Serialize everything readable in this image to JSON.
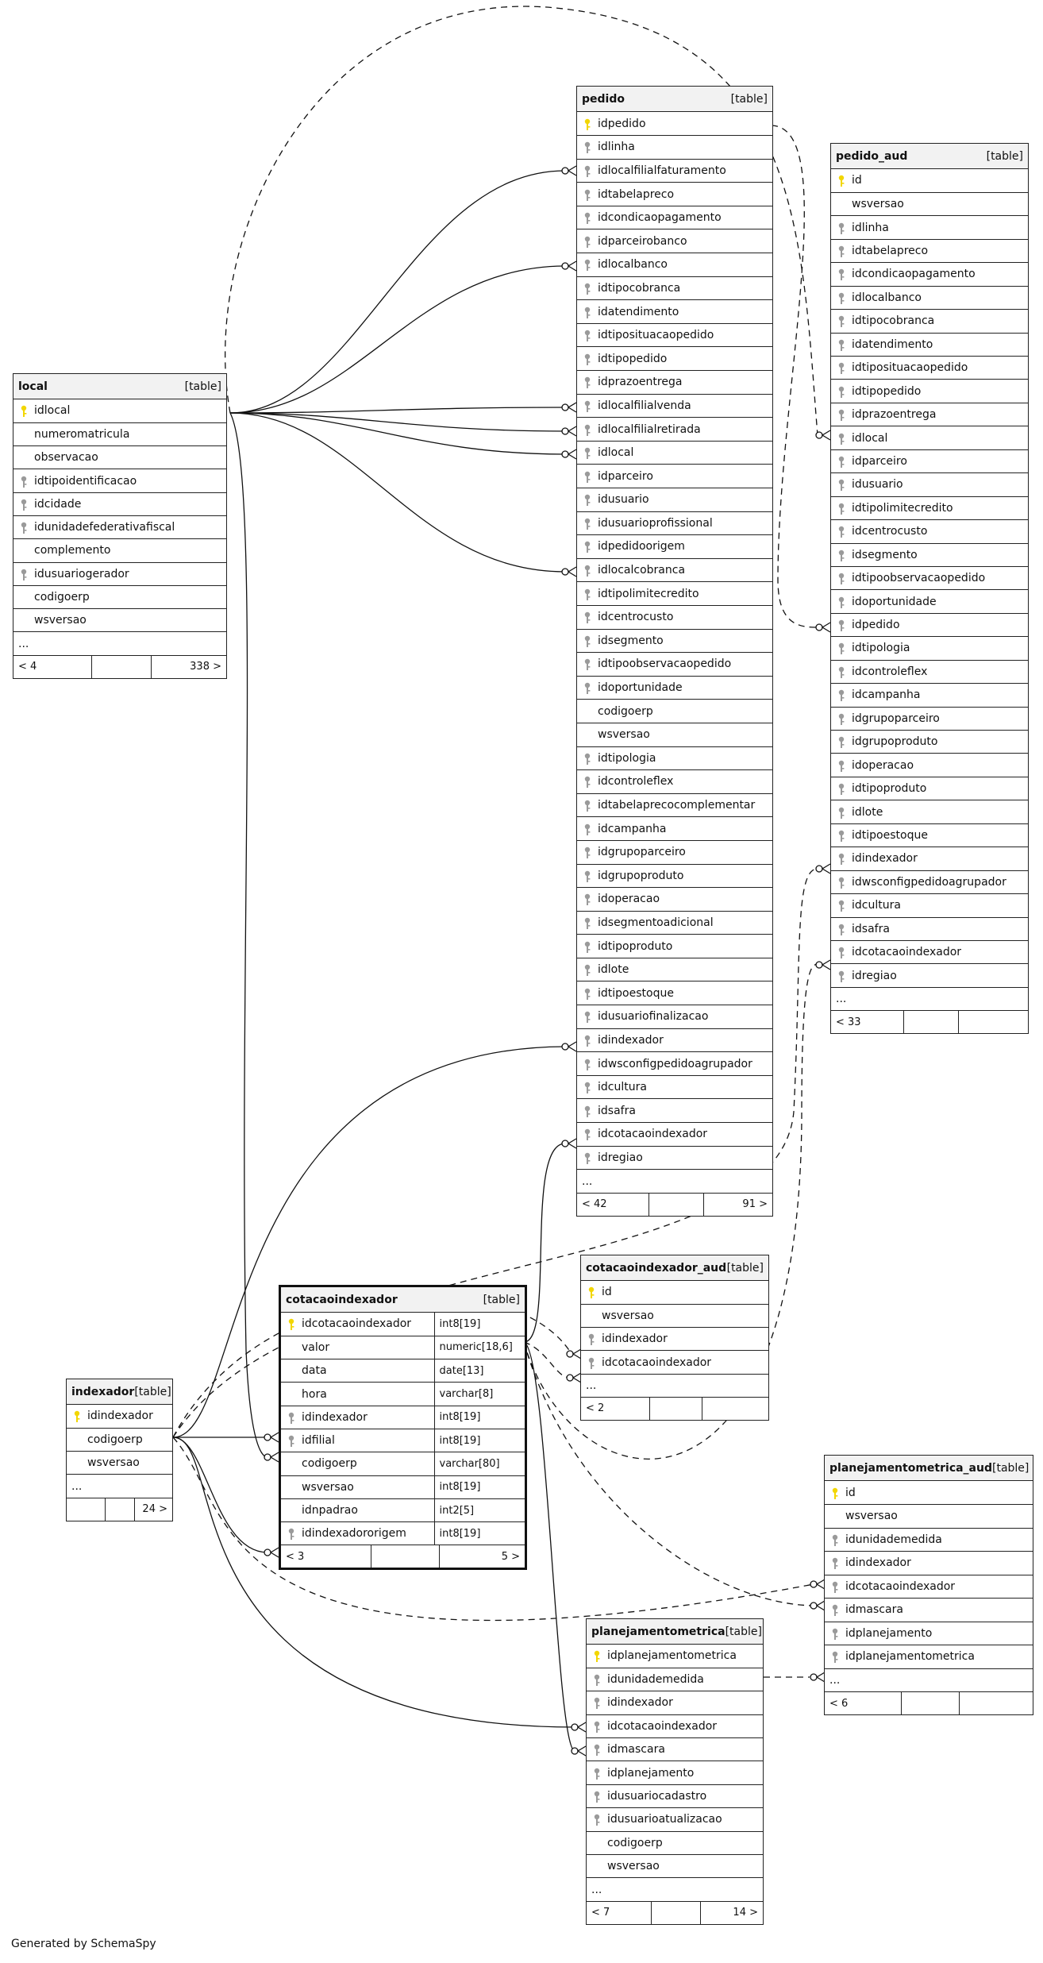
{
  "footer": "Generated by SchemaSpy",
  "colors": {
    "primary_key": "#f2d600",
    "foreign_key": "#9a9a9a",
    "line": "#111111",
    "header_bg": "#f2f2f2"
  },
  "icons": {
    "primary_key": "key-icon",
    "foreign_key": "foreign-key-icon"
  },
  "tables": [
    {
      "id": "pedido",
      "name": "pedido",
      "type": "[table]",
      "columns": [
        {
          "name": "idpedido",
          "key": "pk"
        },
        {
          "name": "idlinha",
          "key": "fk"
        },
        {
          "name": "idlocalfilialfaturamento",
          "key": "fk"
        },
        {
          "name": "idtabelapreco",
          "key": "fk"
        },
        {
          "name": "idcondicaopagamento",
          "key": "fk"
        },
        {
          "name": "idparceirobanco",
          "key": "fk"
        },
        {
          "name": "idlocalbanco",
          "key": "fk"
        },
        {
          "name": "idtipocobranca",
          "key": "fk"
        },
        {
          "name": "idatendimento",
          "key": "fk"
        },
        {
          "name": "idtipositua​caopedido",
          "key": "fk"
        },
        {
          "name": "idtipopedido",
          "key": "fk"
        },
        {
          "name": "idprazoentrega",
          "key": "fk"
        },
        {
          "name": "idlocalfilialvenda",
          "key": "fk"
        },
        {
          "name": "idlocalfilialretirada",
          "key": "fk"
        },
        {
          "name": "idlocal",
          "key": "fk"
        },
        {
          "name": "idparceiro",
          "key": "fk"
        },
        {
          "name": "idusuario",
          "key": "fk"
        },
        {
          "name": "idusuarioprofissional",
          "key": "fk"
        },
        {
          "name": "idpedidoorigem",
          "key": "fk"
        },
        {
          "name": "idlocalcobranca",
          "key": "fk"
        },
        {
          "name": "idtipolimitecredito",
          "key": "fk"
        },
        {
          "name": "idcentrocusto",
          "key": "fk"
        },
        {
          "name": "idsegmento",
          "key": "fk"
        },
        {
          "name": "idtipoobservacaopedido",
          "key": "fk"
        },
        {
          "name": "idoportunidade",
          "key": "fk"
        },
        {
          "name": "codigoerp",
          "key": ""
        },
        {
          "name": "wsversao",
          "key": ""
        },
        {
          "name": "idtipologia",
          "key": "fk"
        },
        {
          "name": "idcontroleflex",
          "key": "fk"
        },
        {
          "name": "idtabelaprecocomplementar",
          "key": "fk"
        },
        {
          "name": "idcampanha",
          "key": "fk"
        },
        {
          "name": "idgrupoparceiro",
          "key": "fk"
        },
        {
          "name": "idgrupoproduto",
          "key": "fk"
        },
        {
          "name": "idoperacao",
          "key": "fk"
        },
        {
          "name": "idsegmentoadicional",
          "key": "fk"
        },
        {
          "name": "idtipoproduto",
          "key": "fk"
        },
        {
          "name": "idlote",
          "key": "fk"
        },
        {
          "name": "idtipoestoque",
          "key": "fk"
        },
        {
          "name": "idusuariofinalizacao",
          "key": "fk"
        },
        {
          "name": "idindexador",
          "key": "fk"
        },
        {
          "name": "idwsconfigpedidoagrupador",
          "key": "fk"
        },
        {
          "name": "idcultura",
          "key": "fk"
        },
        {
          "name": "idsafra",
          "key": "fk"
        },
        {
          "name": "idcotacaoindexador",
          "key": "fk"
        },
        {
          "name": "idregiao",
          "key": "fk"
        },
        {
          "name": "...",
          "key": ""
        }
      ],
      "footer": [
        "< 42",
        "",
        "91 >"
      ]
    },
    {
      "id": "pedido_aud",
      "name": "pedido_aud",
      "type": "[table]",
      "columns": [
        {
          "name": "id",
          "key": "pk"
        },
        {
          "name": "wsversao",
          "key": ""
        },
        {
          "name": "idlinha",
          "key": "fk"
        },
        {
          "name": "idtabelapreco",
          "key": "fk"
        },
        {
          "name": "idcondicaopagamento",
          "key": "fk"
        },
        {
          "name": "idlocalbanco",
          "key": "fk"
        },
        {
          "name": "idtipocobranca",
          "key": "fk"
        },
        {
          "name": "idatendimento",
          "key": "fk"
        },
        {
          "name": "idtipositua​caopedido",
          "key": "fk"
        },
        {
          "name": "idtipopedido",
          "key": "fk"
        },
        {
          "name": "idprazoentrega",
          "key": "fk"
        },
        {
          "name": "idlocal",
          "key": "fk"
        },
        {
          "name": "idparceiro",
          "key": "fk"
        },
        {
          "name": "idusuario",
          "key": "fk"
        },
        {
          "name": "idtipolimitecredito",
          "key": "fk"
        },
        {
          "name": "idcentrocusto",
          "key": "fk"
        },
        {
          "name": "idsegmento",
          "key": "fk"
        },
        {
          "name": "idtipoobservacaopedido",
          "key": "fk"
        },
        {
          "name": "idoportunidade",
          "key": "fk"
        },
        {
          "name": "idpedido",
          "key": "fk"
        },
        {
          "name": "idtipologia",
          "key": "fk"
        },
        {
          "name": "idcontroleflex",
          "key": "fk"
        },
        {
          "name": "idcampanha",
          "key": "fk"
        },
        {
          "name": "idgrupoparceiro",
          "key": "fk"
        },
        {
          "name": "idgrupoproduto",
          "key": "fk"
        },
        {
          "name": "idoperacao",
          "key": "fk"
        },
        {
          "name": "idtipoproduto",
          "key": "fk"
        },
        {
          "name": "idlote",
          "key": "fk"
        },
        {
          "name": "idtipoestoque",
          "key": "fk"
        },
        {
          "name": "idindexador",
          "key": "fk"
        },
        {
          "name": "idwsconfigpedidoagrupador",
          "key": "fk"
        },
        {
          "name": "idcultura",
          "key": "fk"
        },
        {
          "name": "idsafra",
          "key": "fk"
        },
        {
          "name": "idcotacaoindexador",
          "key": "fk"
        },
        {
          "name": "idregiao",
          "key": "fk"
        },
        {
          "name": "...",
          "key": ""
        }
      ],
      "footer": [
        "< 33",
        "",
        ""
      ]
    },
    {
      "id": "local",
      "name": "local",
      "type": "[table]",
      "columns": [
        {
          "name": "idlocal",
          "key": "pk"
        },
        {
          "name": "numeromatricula",
          "key": ""
        },
        {
          "name": "observacao",
          "key": ""
        },
        {
          "name": "idtipoidentificacao",
          "key": "fk"
        },
        {
          "name": "idcidade",
          "key": "fk"
        },
        {
          "name": "idunidadefederativafiscal",
          "key": "fk"
        },
        {
          "name": "complemento",
          "key": ""
        },
        {
          "name": "idusuariogerador",
          "key": "fk"
        },
        {
          "name": "codigoerp",
          "key": ""
        },
        {
          "name": "wsversao",
          "key": ""
        },
        {
          "name": "...",
          "key": ""
        }
      ],
      "footer": [
        "< 4",
        "",
        "338 >"
      ]
    },
    {
      "id": "cotacaoindexador_aud",
      "name": "cotacaoindexador_aud",
      "type": "[table]",
      "columns": [
        {
          "name": "id",
          "key": "pk"
        },
        {
          "name": "wsversao",
          "key": ""
        },
        {
          "name": "idindexador",
          "key": "fk"
        },
        {
          "name": "idcotacaoindexador",
          "key": "fk"
        },
        {
          "name": "...",
          "key": ""
        }
      ],
      "footer": [
        "< 2",
        "",
        ""
      ]
    },
    {
      "id": "cotacaoindexador",
      "name": "cotacaoindexador",
      "type": "[table]",
      "columns": [
        {
          "name": "idcotacaoindexador",
          "key": "pk",
          "type": "int8[19]"
        },
        {
          "name": "valor",
          "key": "",
          "type": "numeric[18,6]"
        },
        {
          "name": "data",
          "key": "",
          "type": "date[13]"
        },
        {
          "name": "hora",
          "key": "",
          "type": "varchar[8]"
        },
        {
          "name": "idindexador",
          "key": "fk",
          "type": "int8[19]"
        },
        {
          "name": "idfilial",
          "key": "fk",
          "type": "int8[19]"
        },
        {
          "name": "codigoerp",
          "key": "",
          "type": "varchar[80]"
        },
        {
          "name": "wsversao",
          "key": "",
          "type": "int8[19]"
        },
        {
          "name": "idnpadrao",
          "key": "",
          "type": "int2[5]"
        },
        {
          "name": "idindexadororigem",
          "key": "fk",
          "type": "int8[19]"
        }
      ],
      "footer": [
        "< 3",
        "",
        "5 >"
      ]
    },
    {
      "id": "indexador",
      "name": "indexador",
      "type": "[table]",
      "columns": [
        {
          "name": "idindexador",
          "key": "pk"
        },
        {
          "name": "codigoerp",
          "key": ""
        },
        {
          "name": "wsversao",
          "key": ""
        },
        {
          "name": "...",
          "key": ""
        }
      ],
      "footer": [
        "",
        "",
        "24 >"
      ]
    },
    {
      "id": "planejamentometrica_aud",
      "name": "planejamentometrica_aud",
      "type": "[table]",
      "columns": [
        {
          "name": "id",
          "key": "pk"
        },
        {
          "name": "wsversao",
          "key": ""
        },
        {
          "name": "idunidademedida",
          "key": "fk"
        },
        {
          "name": "idindexador",
          "key": "fk"
        },
        {
          "name": "idcotacaoindexador",
          "key": "fk"
        },
        {
          "name": "idmascara",
          "key": "fk"
        },
        {
          "name": "idplanejamento",
          "key": "fk"
        },
        {
          "name": "idplanejamentometrica",
          "key": "fk"
        },
        {
          "name": "...",
          "key": ""
        }
      ],
      "footer": [
        "< 6",
        "",
        ""
      ]
    },
    {
      "id": "planejamentometrica",
      "name": "planejamentometrica",
      "type": "[table]",
      "columns": [
        {
          "name": "idplanejamentometrica",
          "key": "pk"
        },
        {
          "name": "idunidademedida",
          "key": "fk"
        },
        {
          "name": "idindexador",
          "key": "fk"
        },
        {
          "name": "idcotacaoindexador",
          "key": "fk"
        },
        {
          "name": "idmascara",
          "key": "fk"
        },
        {
          "name": "idplanejamento",
          "key": "fk"
        },
        {
          "name": "idusuariocadastro",
          "key": "fk"
        },
        {
          "name": "idusuarioatualizacao",
          "key": "fk"
        },
        {
          "name": "codigoerp",
          "key": ""
        },
        {
          "name": "wsversao",
          "key": ""
        },
        {
          "name": "...",
          "key": ""
        }
      ],
      "footer": [
        "< 7",
        "",
        "14 >"
      ]
    }
  ]
}
